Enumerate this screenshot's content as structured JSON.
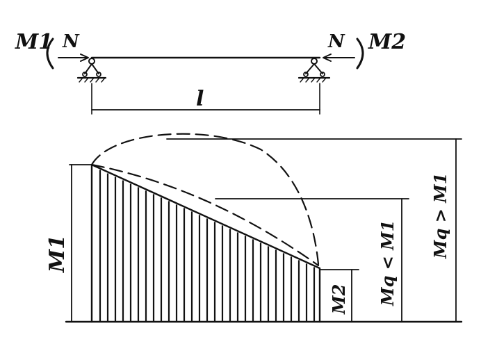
{
  "labels": {
    "m1_top": "M1",
    "m2_top": "M2",
    "n_left": "N",
    "n_right": "N",
    "span": "l",
    "m1_side": "M1",
    "m2_side": "M2",
    "mq_less": "Mq < M1",
    "mq_greater": "Mq > M1"
  },
  "colors": {
    "ink": "#111111",
    "paper": "#ffffff"
  }
}
